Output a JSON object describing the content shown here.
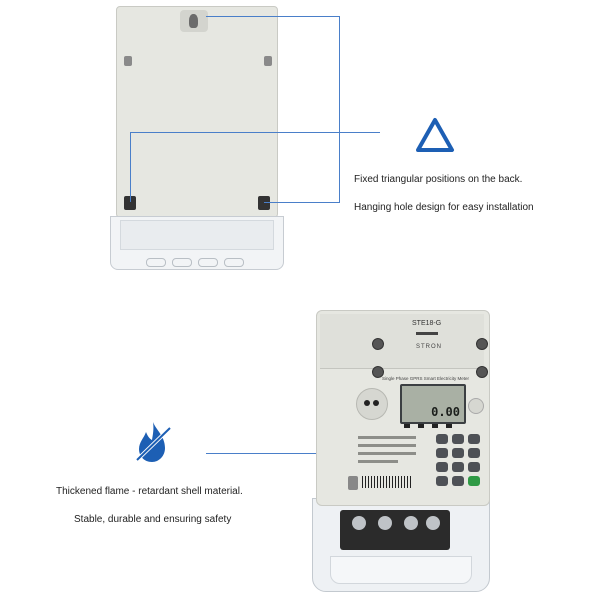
{
  "colors": {
    "accent": "#1d5fb4",
    "leader_line": "#4a7fc9",
    "meter_body": "#e6e7e1",
    "lcd": "#a9b0a4"
  },
  "icons": {
    "top_feature": "triangle-outline-icon",
    "bottom_feature": "flame-slash-icon"
  },
  "back_view": {
    "caption_1": "Fixed triangular positions on the back.",
    "caption_2": "Hanging hole design for easy installation"
  },
  "front_view": {
    "caption_1": "Thickened flame - retardant shell material.",
    "caption_2": "Stable, durable and ensuring safety"
  },
  "meter": {
    "model": "STE18-G",
    "brand": "STRON",
    "product_line": "Single Phase GPRS Smart Electricity Meter",
    "lcd_reading": "0.00"
  }
}
